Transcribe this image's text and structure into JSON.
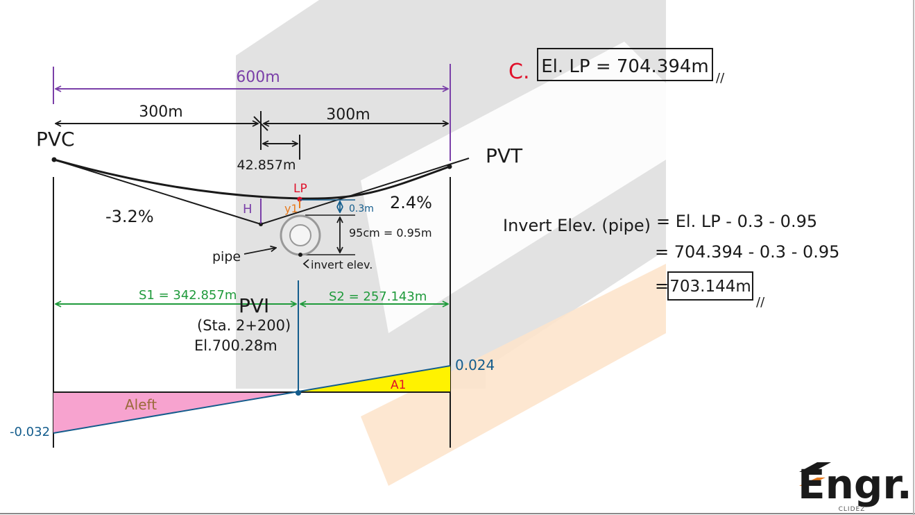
{
  "colors": {
    "black": "#1a1a1a",
    "purple": "#7a3fa8",
    "green": "#1f9a3b",
    "blue": "#135c8c",
    "red": "#e0102a",
    "orange": "#e7791b",
    "pink": "#f7a3cf",
    "yellow": "#fff200",
    "brown": "#9a6a3a",
    "watermark_gray": "#d9d9d9",
    "watermark_orange": "#fde4cc"
  },
  "diagram": {
    "dim_total": "600m",
    "dim_left": "300m",
    "dim_right": "300m",
    "dim_offset": "42.857m",
    "label_pvc": "PVC",
    "label_pvt": "PVT",
    "label_lp": "LP",
    "label_h": "H",
    "label_y1": "y1",
    "label_03": "0.3m",
    "label_095": "95cm = 0.95m",
    "grade_left": "-3.2%",
    "grade_right": "2.4%",
    "label_pipe": "pipe",
    "label_invert": "invert elev.",
    "label_s1": "S1 = 342.857m",
    "label_s2": "S2 = 257.143m",
    "label_pvi": "PVI",
    "label_sta": "(Sta. 2+200)",
    "label_el": "El.700.28m",
    "label_0024": "0.024",
    "label_m0032": "-0.032",
    "label_a1": "A1",
    "label_aleft": "Aleft"
  },
  "answer": {
    "letter": "C.",
    "boxed": "El. LP = 704.394m",
    "tick": "//"
  },
  "invert": {
    "line1_left": "Invert Elev. (pipe)",
    "line1_right": "= El. LP - 0.3 - 0.95",
    "line2": "= 704.394 - 0.3 - 0.95",
    "line3_eq": "=",
    "line3_boxed": "703.144m",
    "tick": "//"
  },
  "logo": {
    "text": "Engr.",
    "sub": "CLIDEZ"
  }
}
